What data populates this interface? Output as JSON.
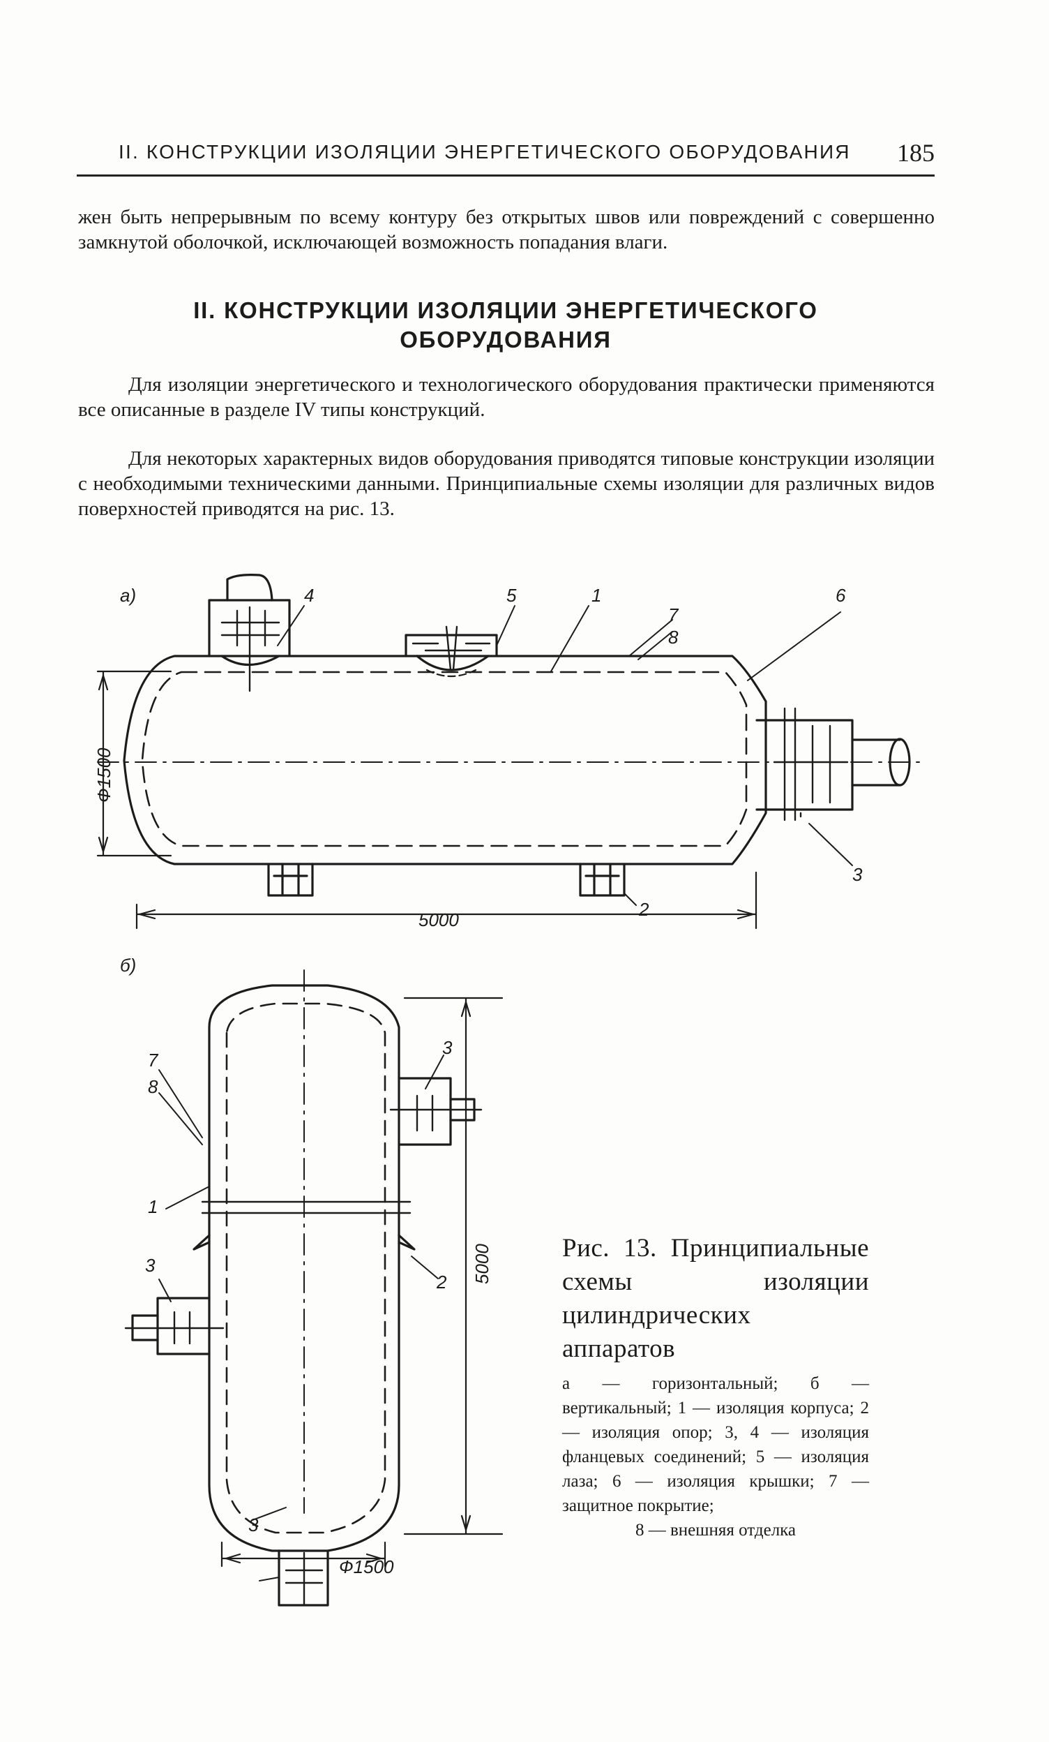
{
  "running_head": {
    "title": "II. КОНСТРУКЦИИ ИЗОЛЯЦИИ ЭНЕРГЕТИЧЕСКОГО ОБОРУДОВАНИЯ",
    "page_number": "185"
  },
  "paragraph_1": "жен быть непрерывным по всему контуру без открытых швов или повреждений с совершенно замкнутой оболочкой, исключающей возможность попадания влаги.",
  "section_heading": {
    "line1": "II. КОНСТРУКЦИИ ИЗОЛЯЦИИ ЭНЕРГЕТИЧЕСКОГО",
    "line2": "ОБОРУДОВАНИЯ"
  },
  "paragraph_2": "Для изоляции энергетического и технологического оборудования практически применяются все описанные в разделе IV типы конструкций.",
  "paragraph_3": "Для некоторых характерных видов оборудования приводятся типовые конструкции изоляции с необходимыми техническими данными. Принципиальные схемы изоляции для различных видов поверхностей приводятся на рис. 13.",
  "figure": {
    "a": {
      "letter": "а)",
      "callouts": [
        "1",
        "2",
        "3",
        "4",
        "5",
        "6",
        "7",
        "8"
      ],
      "diameter_label": "Ф1500",
      "length_label": "5000"
    },
    "b": {
      "letter": "б)",
      "callouts": [
        "1",
        "2",
        "3",
        "7",
        "8"
      ],
      "diameter_label": "Ф1500",
      "height_label": "5000"
    }
  },
  "caption": {
    "title": "Рис. 13. Принципиальные схемы изоляции цилиндрических аппаратов",
    "text": "а — горизонтальный; б — вертикальный; 1 — изоляция корпуса; 2 — изоляция опор; 3, 4 — изоляция фланцевых соединений; 5 — изоляция лаза; 6 — изоляция крышки; 7 — защитное покрытие;",
    "last_line": "8 — внешняя отделка"
  }
}
